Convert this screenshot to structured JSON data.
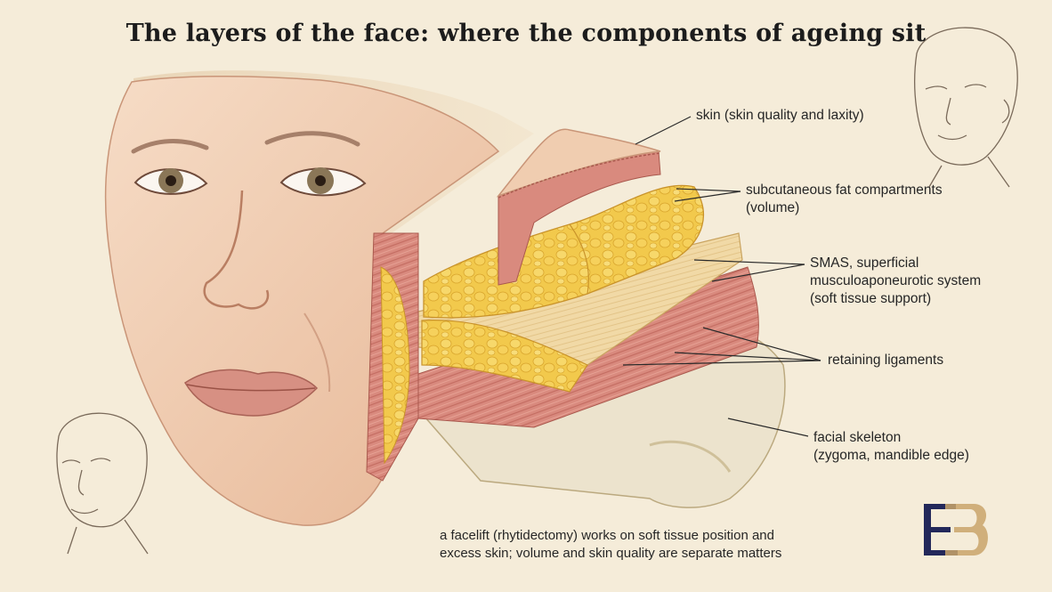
{
  "title": "The layers of the face: where the components of ageing sit",
  "labels": {
    "skin": [
      "skin (skin quality and laxity)"
    ],
    "fat": [
      "subcutaneous fat compartments",
      "(volume)"
    ],
    "smas": [
      "SMAS, superficial",
      "musculoaponeurotic system",
      "(soft tissue support)"
    ],
    "ligaments": [
      "retaining ligaments"
    ],
    "skeleton": [
      "facial skeleton",
      "(zygoma, mandible edge)"
    ]
  },
  "caption": [
    "a facelift (rhytidectomy) works on soft tissue position and",
    "excess skin; volume and skin quality are separate matters"
  ],
  "colors": {
    "background": "#f5ecd9",
    "skin": "#f0cdb0",
    "dermis": "#d98a7e",
    "fat": "#f2c94c",
    "smas": "#f1d9a6",
    "bone": "#ece3cd",
    "logo": "#23285a",
    "logo_accent": "#c9a56a"
  },
  "logo": "monogram-logo"
}
